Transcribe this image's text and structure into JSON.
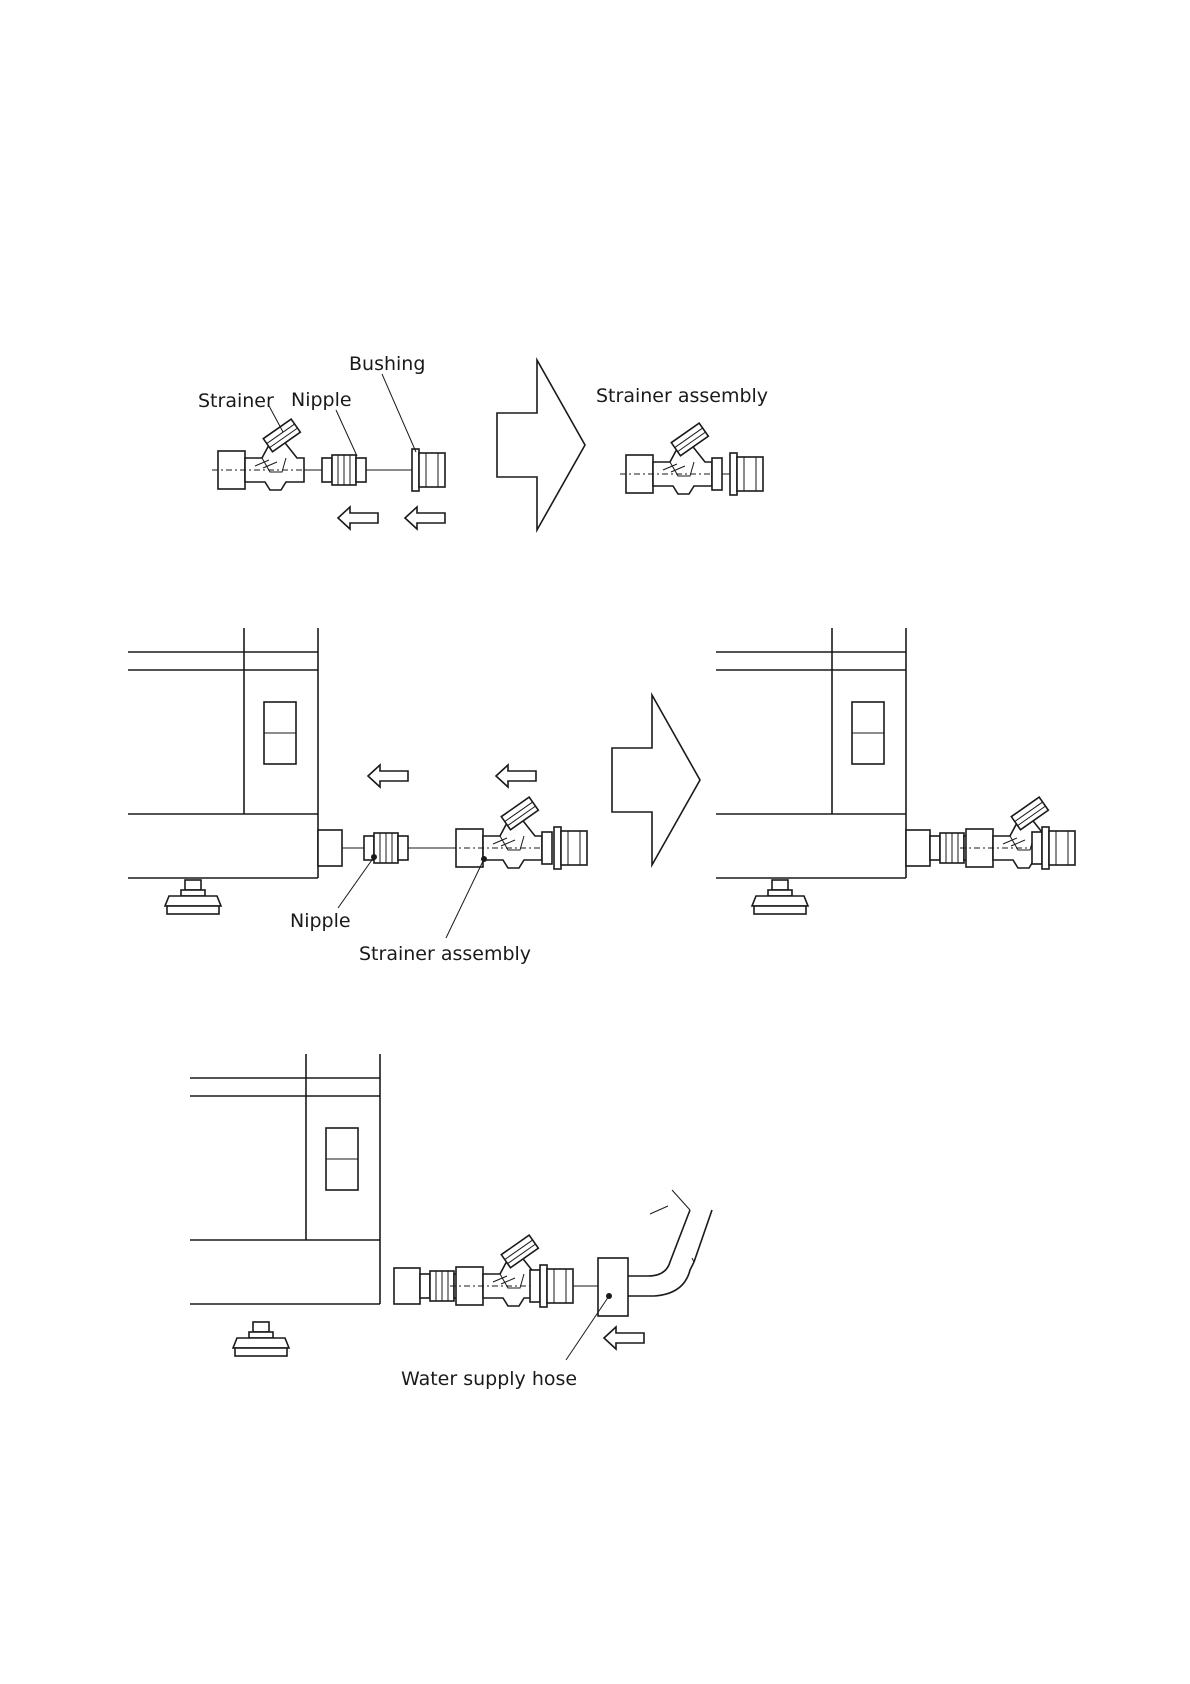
{
  "step1": {
    "label_bushing": "Bushing",
    "label_strainer": "Strainer",
    "label_nipple": "Nipple",
    "label_result": "Strainer assembly"
  },
  "step2": {
    "label_nipple": "Nipple",
    "label_strainer_assembly": "Strainer assembly"
  },
  "step3": {
    "label_hose": "Water supply hose"
  }
}
